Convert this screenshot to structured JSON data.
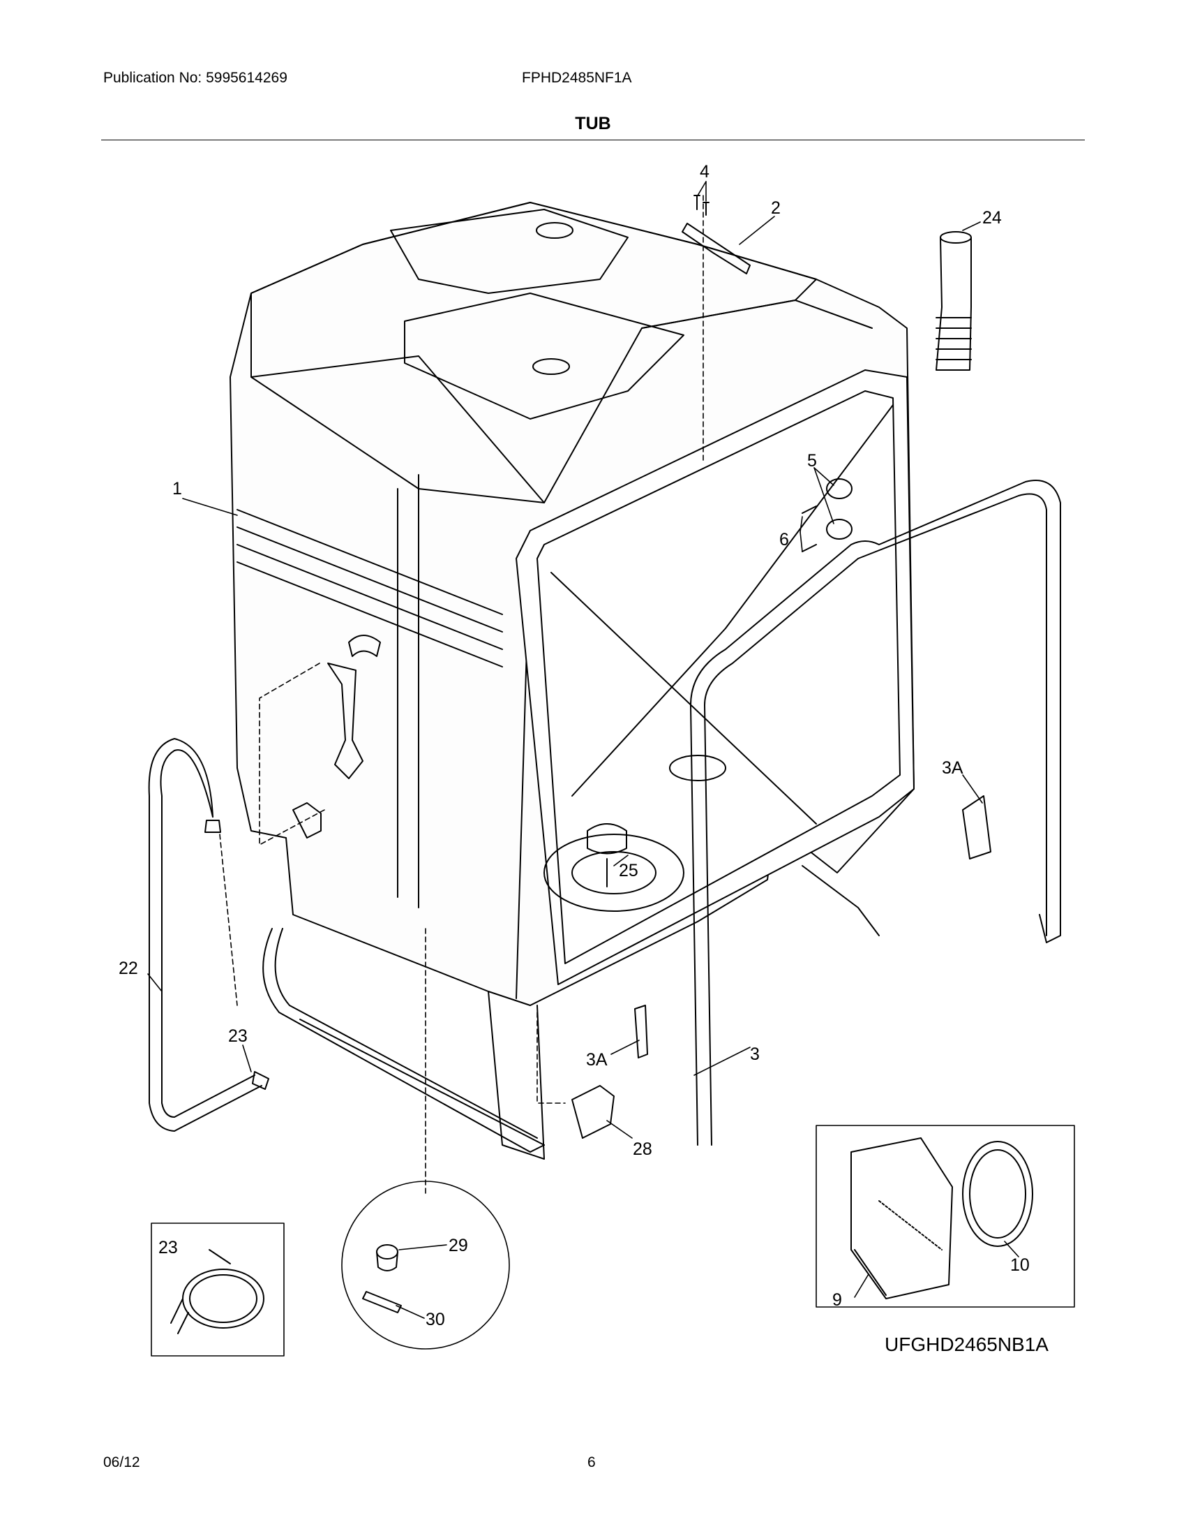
{
  "header": {
    "publication": "Publication No: 5995614269",
    "model": "FPHD2485NF1A"
  },
  "title": "TUB",
  "callouts": [
    "1",
    "2",
    "3",
    "3A",
    "3A",
    "4",
    "5",
    "6",
    "9",
    "10",
    "22",
    "23",
    "23",
    "24",
    "25",
    "28",
    "29",
    "30"
  ],
  "reference_code": "UFGHD2465NB1A",
  "footer": {
    "date": "06/12",
    "page": "6"
  }
}
